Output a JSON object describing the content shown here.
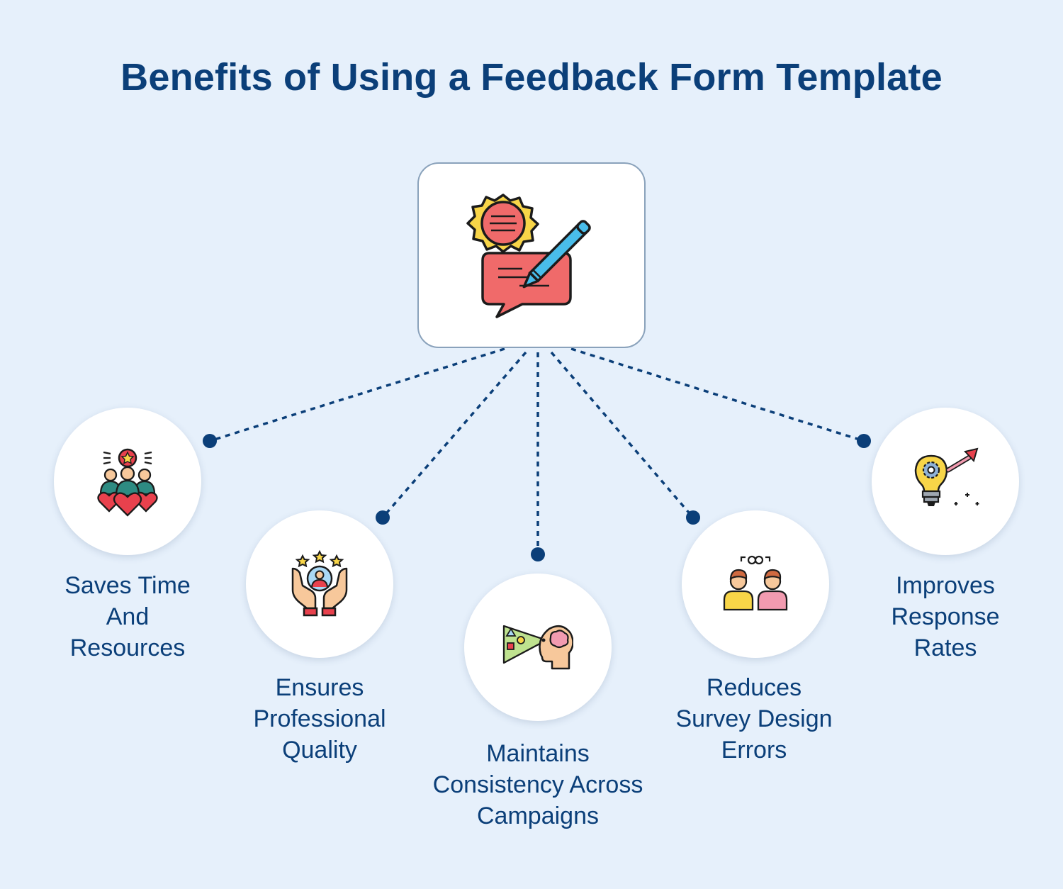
{
  "title": "Benefits of Using a Feedback Form Template",
  "colors": {
    "background": "#e6f0fb",
    "primary": "#0b3f79",
    "card_border": "#8aa2bb"
  },
  "center": {
    "icon": "feedback-form-icon"
  },
  "benefits": [
    {
      "label_lines": [
        "Saves Time",
        "And",
        "Resources"
      ],
      "icon": "team-hearts-icon"
    },
    {
      "label_lines": [
        "Ensures",
        "Professional",
        "Quality"
      ],
      "icon": "hands-stars-user-icon"
    },
    {
      "label_lines": [
        "Maintains",
        "Consistency Across",
        "Campaigns"
      ],
      "icon": "head-shapes-vision-icon"
    },
    {
      "label_lines": [
        "Reduces",
        "Survey Design",
        "Errors"
      ],
      "icon": "two-people-link-icon"
    },
    {
      "label_lines": [
        "Improves",
        "Response",
        "Rates"
      ],
      "icon": "lightbulb-gear-arrow-icon"
    }
  ]
}
